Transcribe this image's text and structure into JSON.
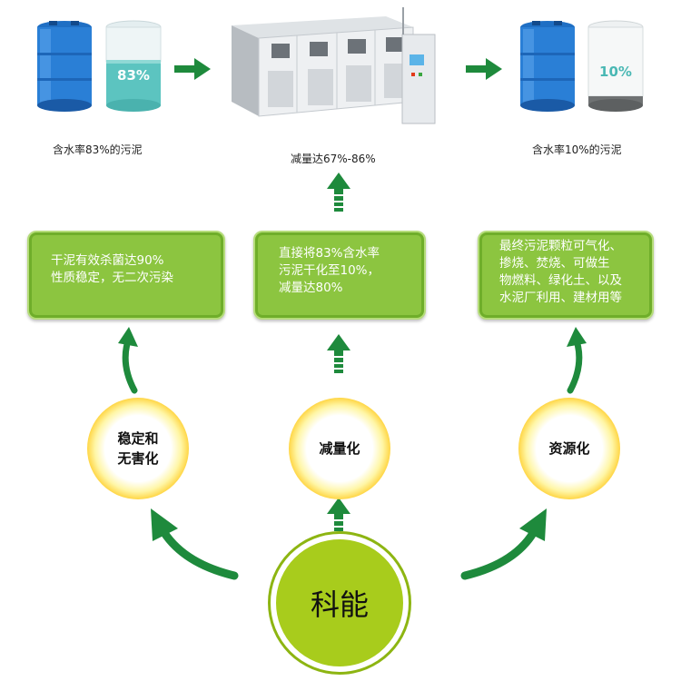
{
  "top_row": {
    "left_barrel_label": "83%",
    "left_caption": "含水率83%的污泥",
    "machine_caption": "减量达67%-86%",
    "right_barrel_label": "10%",
    "right_caption": "含水率10%的污泥"
  },
  "boxes": [
    {
      "lines": [
        "干泥有效杀菌达90%",
        "性质稳定，无二次污染"
      ]
    },
    {
      "lines": [
        "直接将83%含水率",
        "污泥干化至10%，",
        "减量达80%"
      ]
    },
    {
      "lines": [
        "最终污泥颗粒可气化、",
        "掺烧、焚烧、可做生",
        "物燃料、绿化土、以及",
        "水泥厂利用、建材用等"
      ]
    }
  ],
  "circles": [
    {
      "lines": [
        "稳定和",
        "无害化"
      ]
    },
    {
      "lines": [
        "减量化"
      ]
    },
    {
      "lines": [
        "资源化"
      ]
    }
  ],
  "center": {
    "label": "科能"
  },
  "colors": {
    "arrow_green": "#1e8a3c",
    "box_green": "#8cc540",
    "center_green": "#a8cc1c",
    "barrel_blue": "#2a7fd6",
    "barrel_teal": "#5cc4c0"
  }
}
